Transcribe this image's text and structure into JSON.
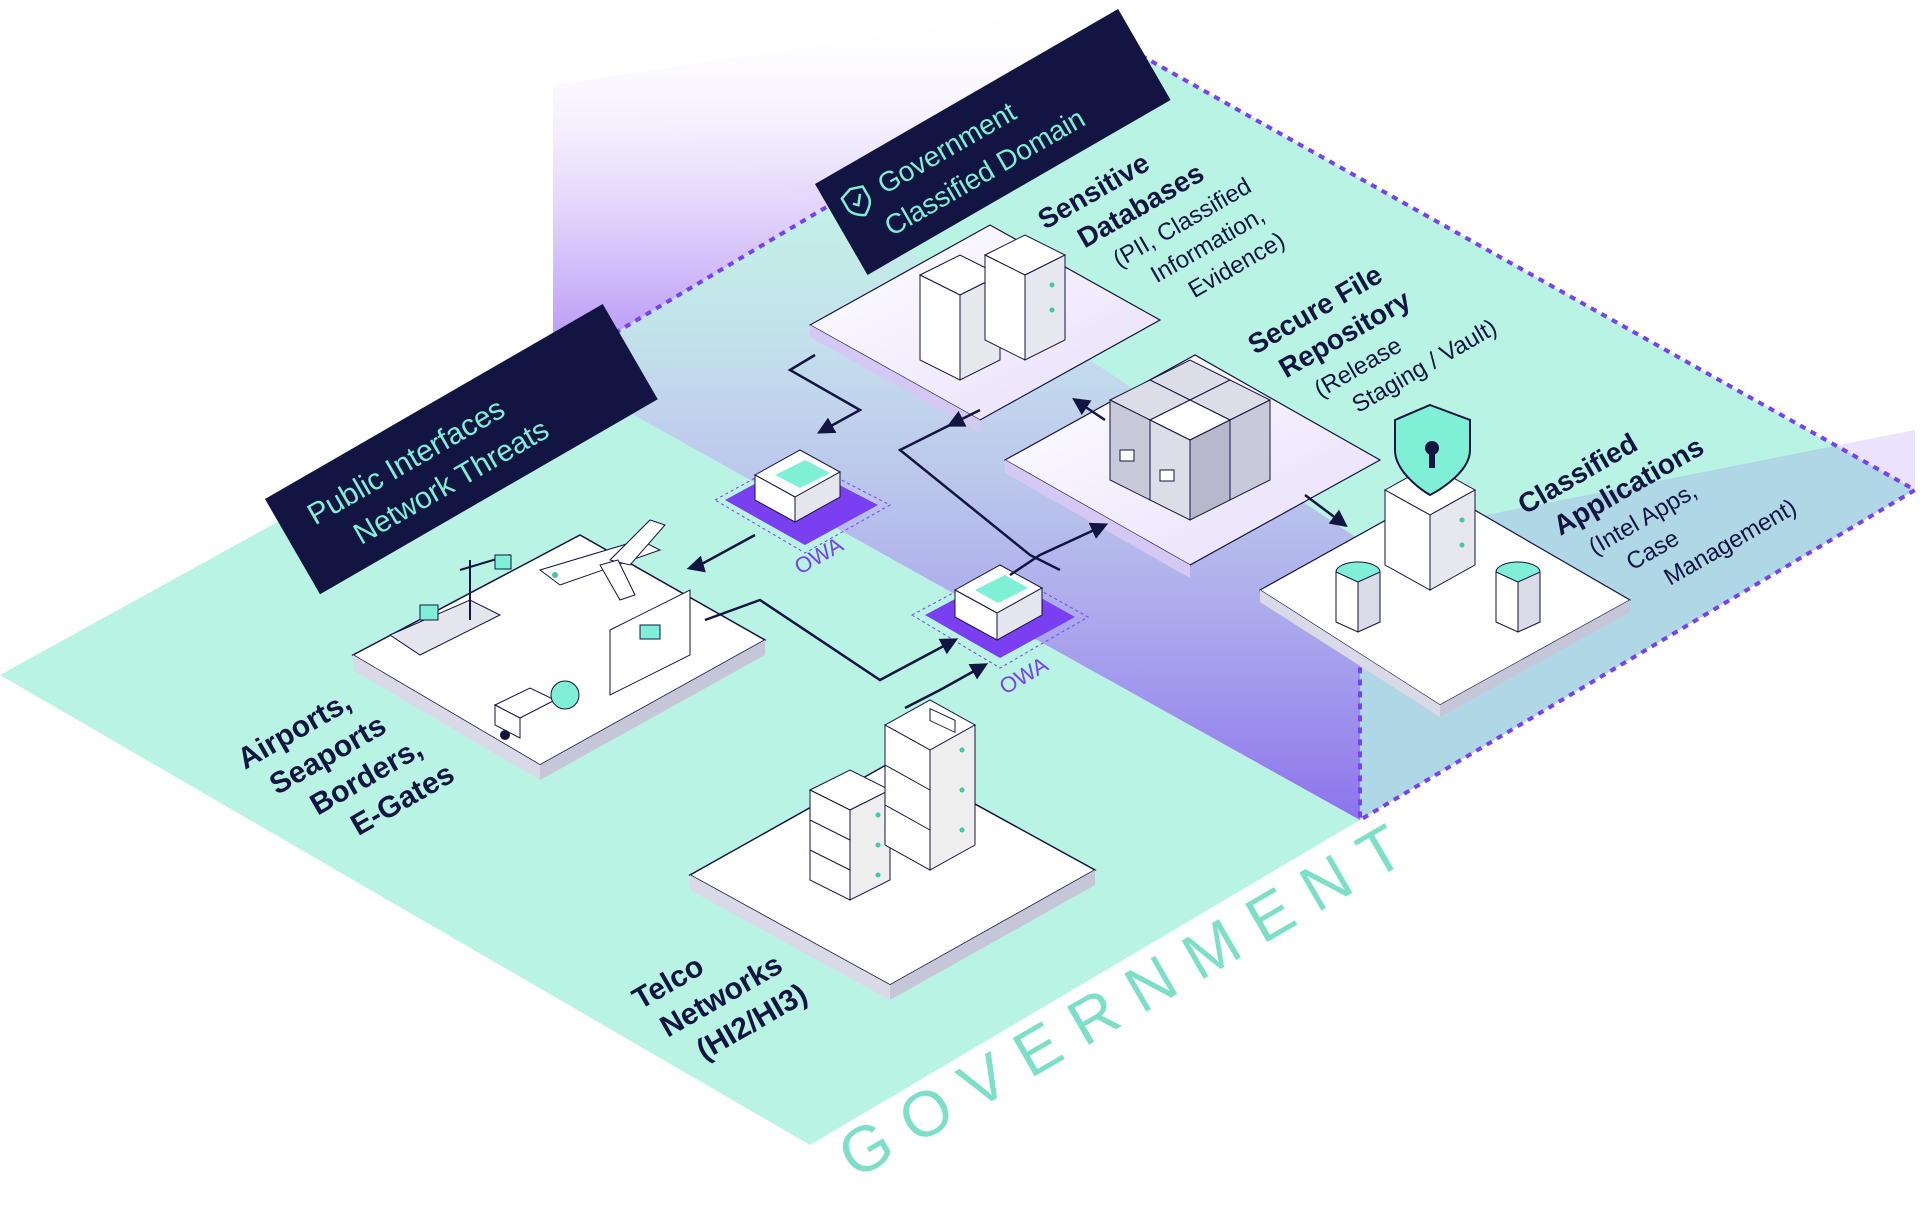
{
  "domain_label": "GOVERNMENT",
  "zones": {
    "public": {
      "line1": "Public Interfaces",
      "line2": "Network Threats"
    },
    "classified": {
      "line1": "Government",
      "line2": "Classified Domain"
    }
  },
  "nodes": {
    "airports": {
      "l1": "Airports,",
      "l2": "Seaports",
      "l3": "Borders,",
      "l4": "E-Gates"
    },
    "telco": {
      "l1": "Telco",
      "l2": "Networks",
      "l3": "(HI2/HI3)"
    },
    "databases": {
      "l1": "Sensitive",
      "l2": "Databases",
      "l3": "(PII, Classified",
      "l4": "Information,",
      "l5": "Evidence)"
    },
    "repository": {
      "l1": "Secure File",
      "l2": "Repository",
      "l3": "(Release",
      "l4": "Staging / Vault)"
    },
    "apps": {
      "l1": "Classified",
      "l2": "Applications",
      "l3": "(Intel Apps,",
      "l4": "Case",
      "l5": "Management)"
    }
  },
  "gateways": {
    "owa_left": "OWA",
    "owa_center": "OWA"
  },
  "colors": {
    "mint": "#b9f3e3",
    "purple": "#7a3ff0",
    "navy": "#121442",
    "mint_text": "#7ddfc8"
  }
}
